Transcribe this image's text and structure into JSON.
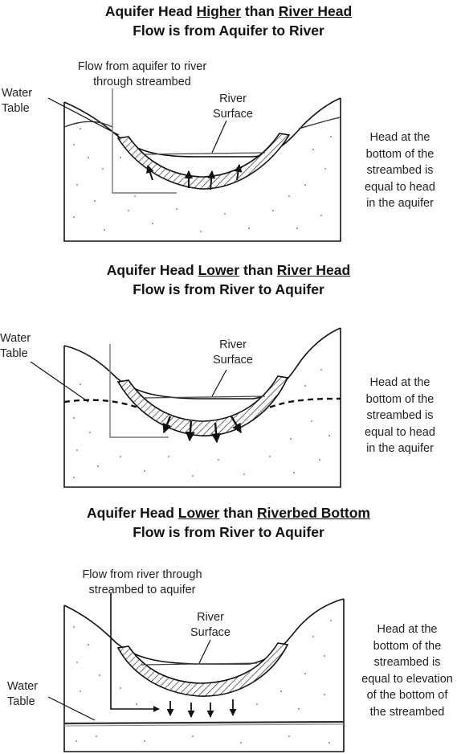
{
  "panels": [
    {
      "title_line1": {
        "a": "Aquifer Head ",
        "b": "Higher",
        "c": " than ",
        "d": "River Head"
      },
      "title_line2": "Flow is from Aquifer to River",
      "flow_label_1": "Flow from aquifer to river",
      "flow_label_2": "through streambed",
      "water_table_1": "Water",
      "water_table_2": "Table",
      "river_1": "River",
      "river_2": "Surface",
      "note": [
        "Head at the",
        "bottom of the",
        "streambed is",
        "equal to head",
        "in the aquifer"
      ]
    },
    {
      "title_line1": {
        "a": "Aquifer Head ",
        "b": "Lower",
        "c": " than ",
        "d": "River Head"
      },
      "title_line2": "Flow is from River to Aquifer",
      "water_table_1": "Water",
      "water_table_2": "Table",
      "river_1": "River",
      "river_2": "Surface",
      "note": [
        "Head at the",
        "bottom of the",
        "streambed is",
        "equal to head",
        "in the aquifer"
      ]
    },
    {
      "title_line1": {
        "a": "Aquifer Head ",
        "b": "Lower",
        "c": " than ",
        "d": "Riverbed Bottom"
      },
      "title_line2": "Flow is from River to Aquifer",
      "flow_label_1": "Flow from river through",
      "flow_label_2": "streambed to aquifer",
      "water_table_1": "Water",
      "water_table_2": "Table",
      "river_1": "River",
      "river_2": "Surface",
      "note": [
        "Head at the",
        "bottom of the",
        "streambed is",
        "equal to elevation",
        "of the bottom of",
        "the streambed"
      ]
    }
  ]
}
